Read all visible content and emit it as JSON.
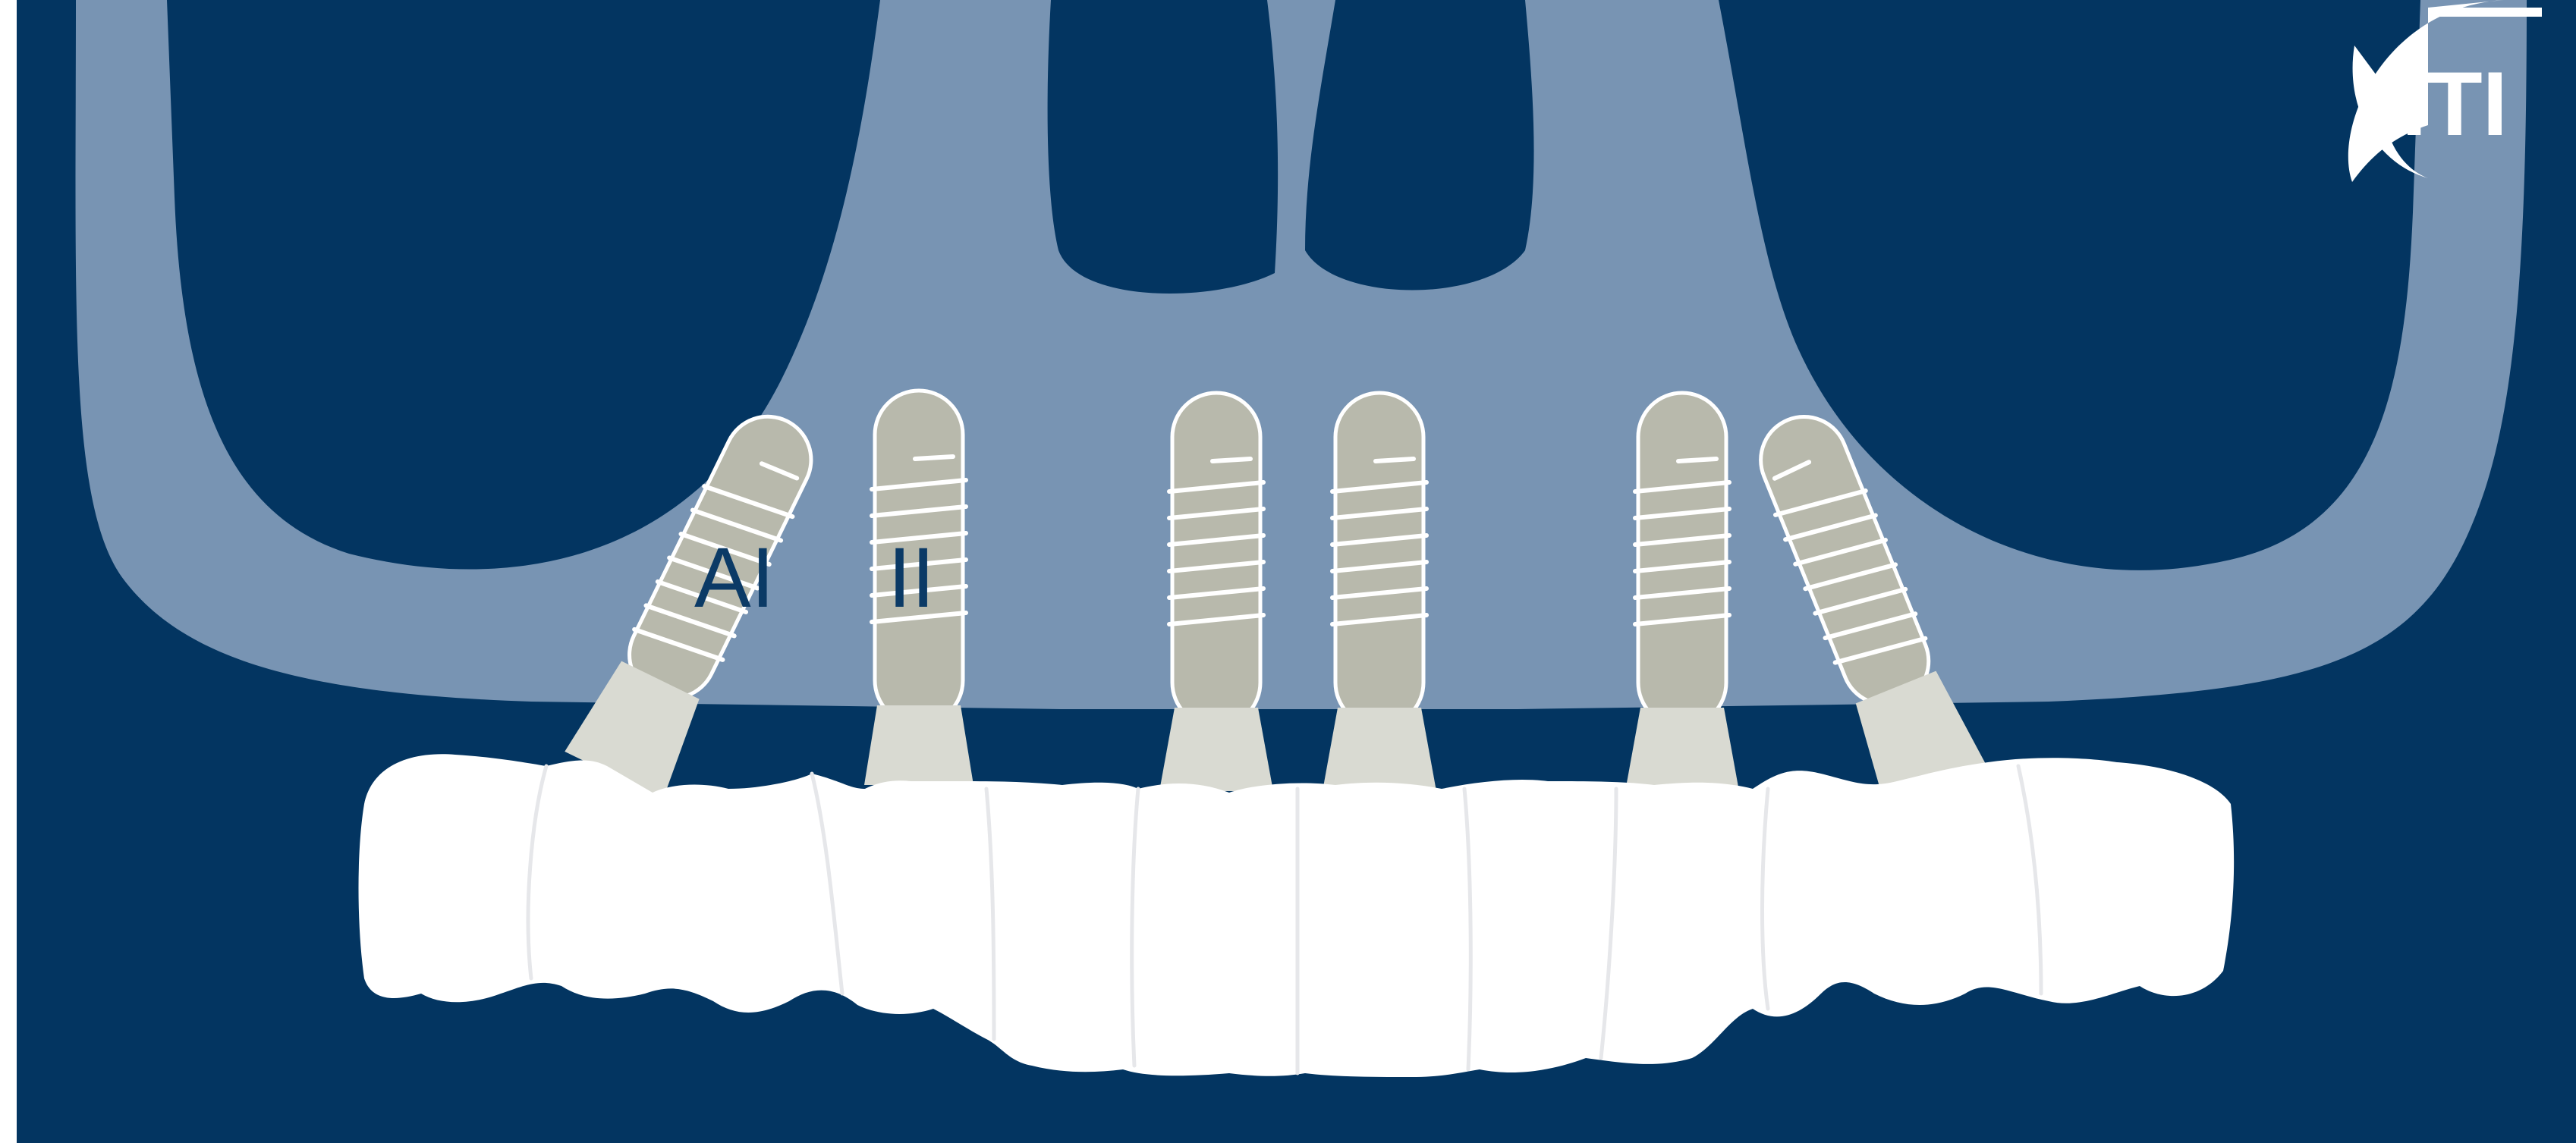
{
  "colors": {
    "background": "#033561",
    "maxilla": "#7894B3",
    "implant_body": "#B8B9AC",
    "abutment": "#D9DAD2",
    "thread": "#FFFFFF",
    "prosthesis": "#FFFFFF",
    "label": "#0B3A66",
    "logo_ring": "#FFFFFF"
  },
  "labels": {
    "axial_implant": "II",
    "angled_implant": "AI"
  },
  "logo": {
    "text": "ITI"
  },
  "implants": [
    {
      "name": "right-distal-tilted-implant",
      "kind": "tilted"
    },
    {
      "name": "right-anterior-axial-implant",
      "kind": "axial"
    },
    {
      "name": "central-right-axial-implant",
      "kind": "axial"
    },
    {
      "name": "central-left-axial-implant",
      "kind": "axial"
    },
    {
      "name": "left-anterior-axial-implant",
      "kind": "axial"
    },
    {
      "name": "left-distal-tilted-implant",
      "kind": "tilted"
    }
  ]
}
